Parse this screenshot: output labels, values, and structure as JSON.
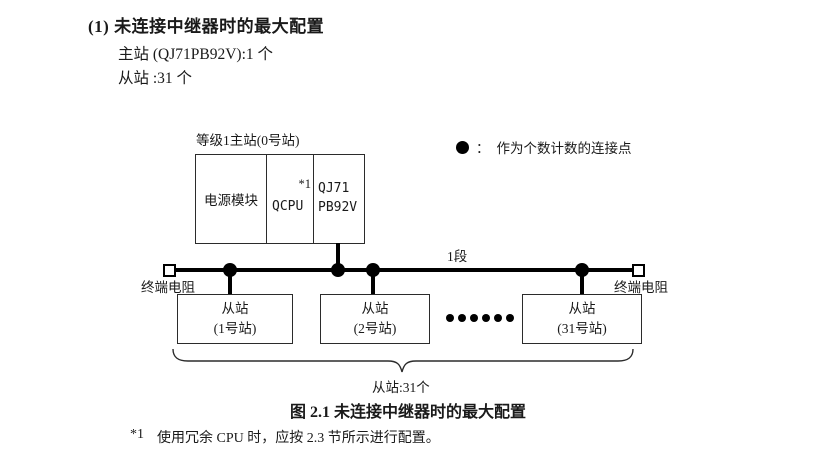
{
  "page": {
    "heading": "(1) 未连接中继器时的最大配置",
    "master_line": "主站 (QJ71PB92V):1 个",
    "slave_line": "从站 :31 个"
  },
  "diagram": {
    "master": {
      "label": "等级1主站(0号站)",
      "power_module": "电源模块",
      "cpu": "QCPU",
      "cpu_note": "*1",
      "net_line1": "QJ71",
      "net_line2": "PB92V"
    },
    "legend": {
      "symbol": "connection-point-dot",
      "separator": "：",
      "text": "作为个数计数的连接点"
    },
    "bus": {
      "segment_label": "1段",
      "terminator_left": "终端电阻",
      "terminator_right": "终端电阻"
    },
    "slaves": [
      {
        "line1": "从站",
        "line2": "(1号站)"
      },
      {
        "line1": "从站",
        "line2": "(2号站)"
      },
      {
        "line1": "从站",
        "line2": "(31号站)"
      }
    ],
    "ellipsis": {
      "count": 6
    },
    "brace_label": "从站:31个"
  },
  "caption": "图 2.1 未连接中继器时的最大配置",
  "footnote": {
    "marker": "*1",
    "text": "使用冗余 CPU 时，应按 2.3 节所示进行配置。"
  },
  "colors": {
    "ink": "#1a1a1a",
    "line": "#000000",
    "box_border": "#2b2b2b",
    "background": "#ffffff"
  }
}
